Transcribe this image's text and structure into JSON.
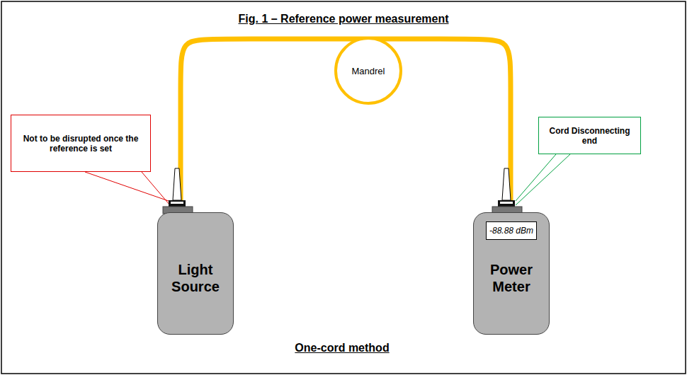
{
  "diagram": {
    "title": "Fig. 1 – Reference power measurement",
    "caption": "One-cord method",
    "nodes": [
      {
        "text": [
          "Not to be disrupted once the reference is set"
        ]
      },
      {
        "text": [
          "Mandrel"
        ]
      },
      {
        "text": [
          "Cord Disconnecting end"
        ]
      },
      {
        "text": [
          "Light Source"
        ]
      },
      {
        "text": [
          "Power Meter"
        ]
      },
      {
        "text": [
          "-88.88 dBm"
        ],
        "in": 4
      }
    ],
    "edges": [
      {
        "from": 3,
        "to": 4,
        "arrow": "none"
      }
    ]
  }
}
